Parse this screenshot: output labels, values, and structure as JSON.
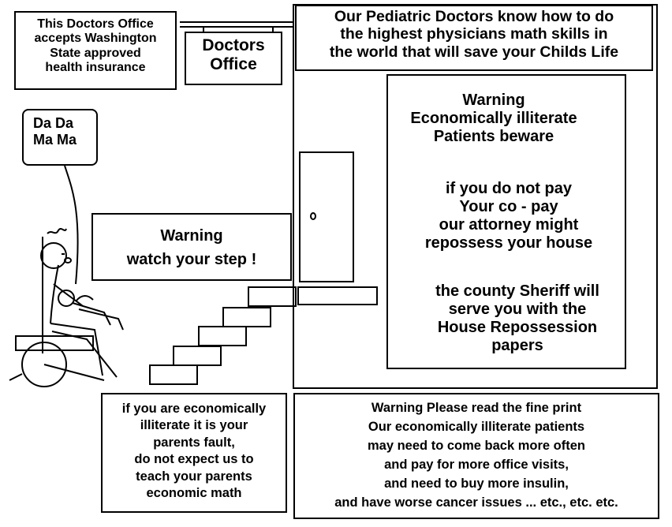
{
  "insurance_sign": {
    "lines": [
      "This Doctors Office",
      "accepts Washington",
      "State approved",
      "health  insurance"
    ]
  },
  "office_sign": {
    "lines": [
      "Doctors",
      "Office"
    ]
  },
  "pediatric_banner": {
    "lines": [
      "Our Pediatric Doctors know how to do",
      "the highest physicians math skills in",
      "the world that will save your Childs Life"
    ]
  },
  "speech_bubble": {
    "lines": [
      "Da Da",
      "Ma Ma"
    ]
  },
  "step_warning": {
    "lines": [
      "Warning",
      "watch your step !"
    ]
  },
  "patient_warning": {
    "heading": [
      "Warning",
      "Economically illiterate",
      "Patients beware"
    ],
    "copay": [
      "if you do not pay",
      "Your co - pay",
      "our attorney might",
      "repossess your house"
    ],
    "sheriff": [
      "the county Sheriff will",
      "serve you with the",
      "House Repossession",
      "papers"
    ]
  },
  "parents_note": {
    "lines": [
      "if you are economically",
      "illiterate it is your",
      "parents fault,",
      "do not expect us to",
      "teach your parents",
      "economic math"
    ]
  },
  "fine_print": {
    "lines": [
      "Warning Please read the fine print",
      "Our economically illiterate patients",
      "may need to come back more often",
      "and pay for more office visits,",
      "and need to buy more insulin,",
      "and have worse cancer issues ... etc., etc. etc."
    ]
  }
}
